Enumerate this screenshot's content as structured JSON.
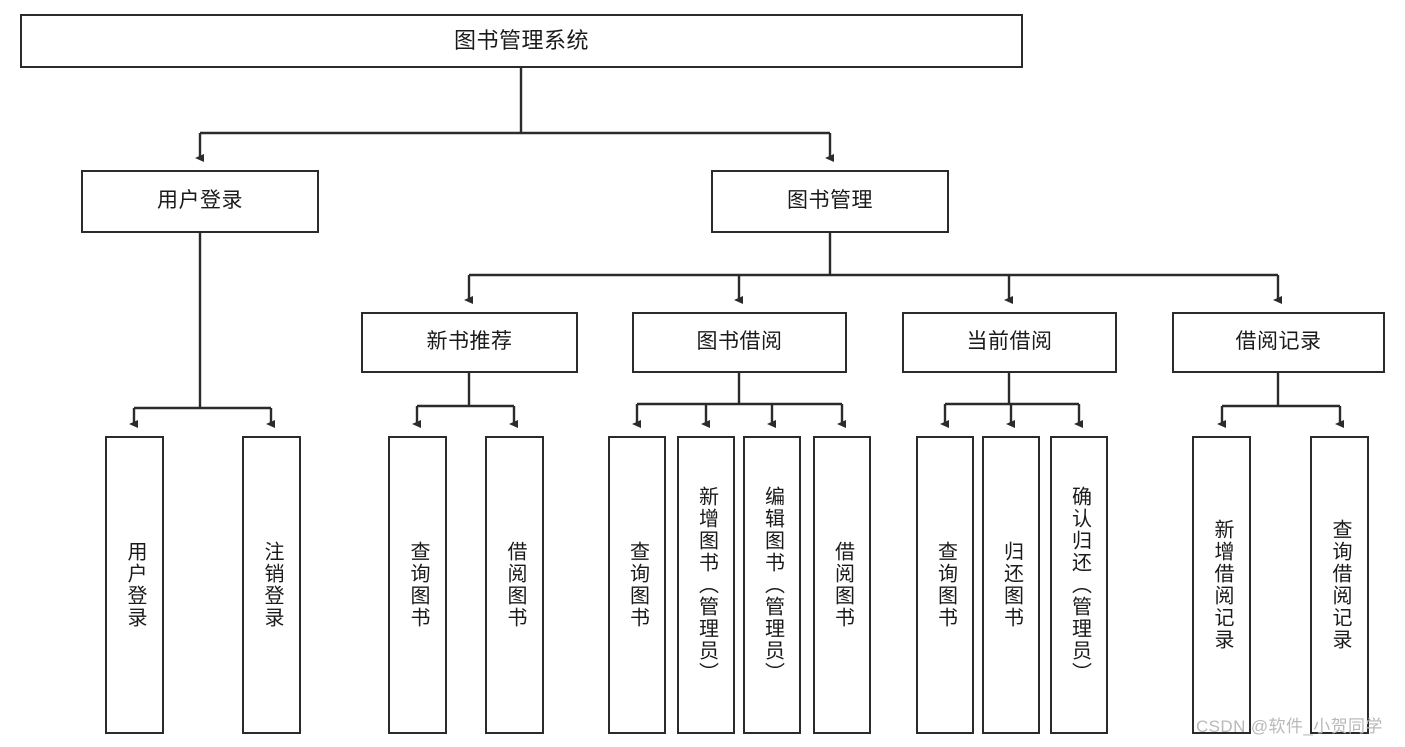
{
  "diagram": {
    "title": "图书管理系统",
    "type": "tree-hierarchy-chart",
    "colors": {
      "box_border": "#2b2b2b",
      "box_fill": "#ffffff",
      "edge": "#2b2b2b",
      "text": "#1a1a1a",
      "watermark": "#b9b9b9",
      "background": "#ffffff"
    },
    "watermark": "CSDN @软件_小贺同学",
    "nodes": {
      "root": {
        "label": "图书管理系统"
      },
      "level2": [
        {
          "label": "用户登录"
        },
        {
          "label": "图书管理"
        }
      ],
      "level3": [
        {
          "label": "新书推荐"
        },
        {
          "label": "图书借阅"
        },
        {
          "label": "当前借阅"
        },
        {
          "label": "借阅记录"
        }
      ],
      "leaves": {
        "user_login": [
          {
            "label": "用户登录"
          },
          {
            "label": "注销登录"
          }
        ],
        "new_book_recommend": [
          {
            "label": "查询图书"
          },
          {
            "label": "借阅图书"
          }
        ],
        "book_borrow": [
          {
            "label": "查询图书"
          },
          {
            "label": "新增图书（管理员）"
          },
          {
            "label": "编辑图书（管理员）"
          },
          {
            "label": "借阅图书"
          }
        ],
        "current_borrow": [
          {
            "label": "查询图书"
          },
          {
            "label": "归还图书"
          },
          {
            "label": "确认归还（管理员）"
          }
        ],
        "borrow_record": [
          {
            "label": "新增借阅记录"
          },
          {
            "label": "查询借阅记录"
          }
        ]
      }
    }
  }
}
